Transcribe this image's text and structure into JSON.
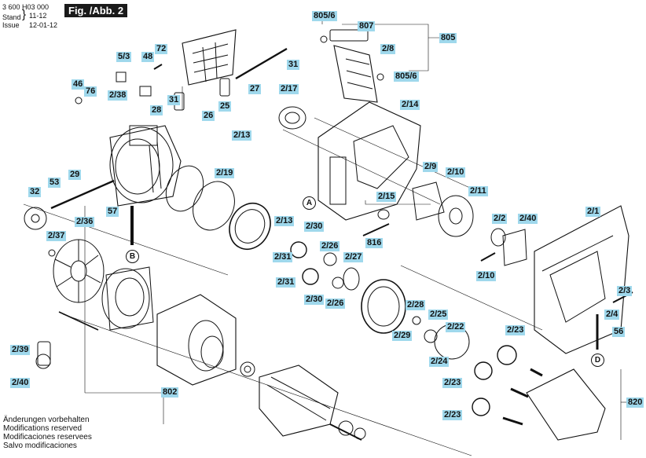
{
  "header": {
    "doc_number": "3 600 H03 000",
    "stand_label": "Stand",
    "issue_label": "Issue",
    "stand_value": "11-12",
    "issue_value": "12-01-12",
    "figure_label": "Fig. /Abb. 2"
  },
  "callouts": {
    "c805_6_top": "805/6",
    "c807": "807",
    "c805": "805",
    "c2_8": "2/8",
    "c805_6_bot": "805/6",
    "c5_3": "5/3",
    "c48": "48",
    "c72": "72",
    "c31_top": "31",
    "c46": "46",
    "c76": "76",
    "c2_38": "2/38",
    "c28": "28",
    "c31_mid": "31",
    "c25": "25",
    "c27": "27",
    "c26": "26",
    "c2_17": "2/17",
    "c2_14": "2/14",
    "c2_13_top": "2/13",
    "c2_9": "2/9",
    "c2_10_top": "2/10",
    "c2_19": "2/19",
    "c53": "53",
    "c29": "29",
    "c32": "32",
    "c2_11": "2/11",
    "c2_15": "2/15",
    "c2_1": "2/1",
    "c57": "57",
    "c2_36": "2/36",
    "c2_13_mid": "2/13",
    "c2_30_top": "2/30",
    "c2_2": "2/2",
    "c2_40_right": "2/40",
    "c2_37": "2/37",
    "c816": "816",
    "c2_31_top": "2/31",
    "c2_26_top": "2/26",
    "c2_27": "2/27",
    "c2_10_bot": "2/10",
    "c2_31_bot": "2/31",
    "c2_30_bot": "2/30",
    "c2_26_bot": "2/26",
    "c2_3": "2/3",
    "c2_28": "2/28",
    "c2_25": "2/25",
    "c2_4": "2/4",
    "c2_22": "2/22",
    "c2_29": "2/29",
    "c2_23_a": "2/23",
    "c56": "56",
    "c2_39": "2/39",
    "c2_24": "2/24",
    "c2_40_left": "2/40",
    "c2_23_b": "2/23",
    "c802": "802",
    "c820": "820",
    "c2_23_c": "2/23"
  },
  "markers": {
    "A": "A",
    "B": "B",
    "D": "D"
  },
  "footer": {
    "line1": "Änderungen vorbehalten",
    "line2": "Modifications reserved",
    "line3": "Modificaciones reservees",
    "line4": "Salvo modificaciones"
  },
  "colors": {
    "label_background": "#9fd8ec",
    "figure_tag": "#1a1a1a",
    "ink": "#111111"
  }
}
